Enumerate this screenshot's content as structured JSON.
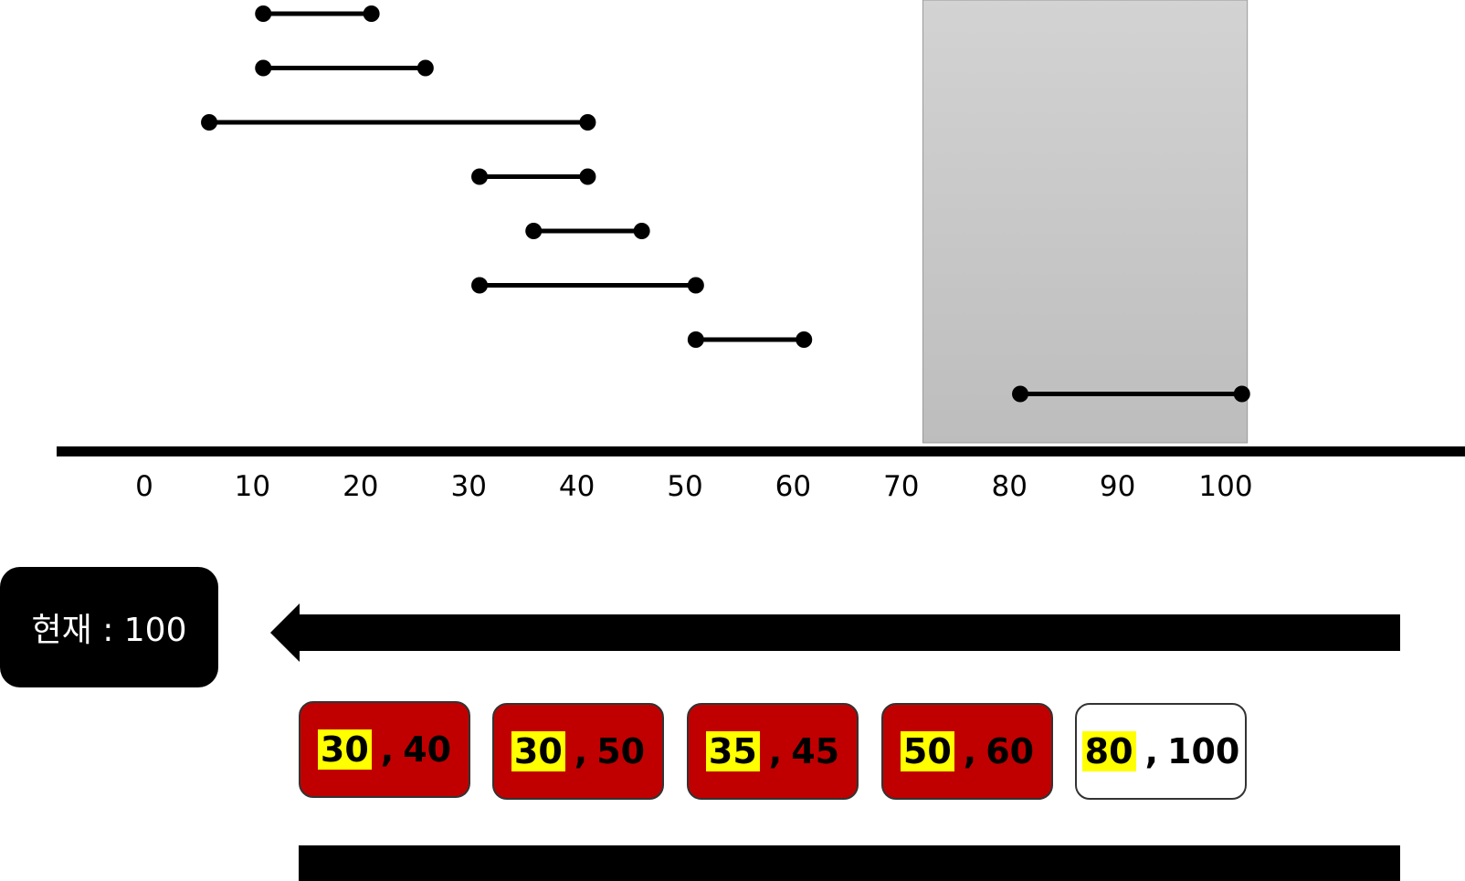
{
  "axis": {
    "ticks": [
      "0",
      "10",
      "20",
      "30",
      "40",
      "50",
      "60",
      "70",
      "80",
      "90",
      "100"
    ]
  },
  "intervals": [
    {
      "start": 11,
      "end": 21
    },
    {
      "start": 11,
      "end": 26
    },
    {
      "start": 6,
      "end": 41
    },
    {
      "start": 31,
      "end": 41
    },
    {
      "start": 36,
      "end": 46
    },
    {
      "start": 31,
      "end": 51
    },
    {
      "start": 51,
      "end": 61
    },
    {
      "start": 81,
      "end": 101.5
    }
  ],
  "window": {
    "start": 72,
    "end": 102
  },
  "current": {
    "label": "현재 : 100"
  },
  "cards": [
    {
      "start": "30",
      "sep": ",",
      "end": "40",
      "state": "removed"
    },
    {
      "start": "30",
      "sep": ",",
      "end": "50",
      "state": "removed"
    },
    {
      "start": "35",
      "sep": ",",
      "end": "45",
      "state": "removed"
    },
    {
      "start": "50",
      "sep": ",",
      "end": "60",
      "state": "removed"
    },
    {
      "start": "80",
      "sep": ",",
      "end": "100",
      "state": "active"
    }
  ],
  "colors": {
    "removed": "#c00000",
    "active": "#ffffff",
    "highlight": "#ffff00",
    "window_top": "#d3d3d3",
    "window_bottom": "#bdbdbd"
  },
  "icons": {
    "direction": "arrow-left-icon"
  }
}
